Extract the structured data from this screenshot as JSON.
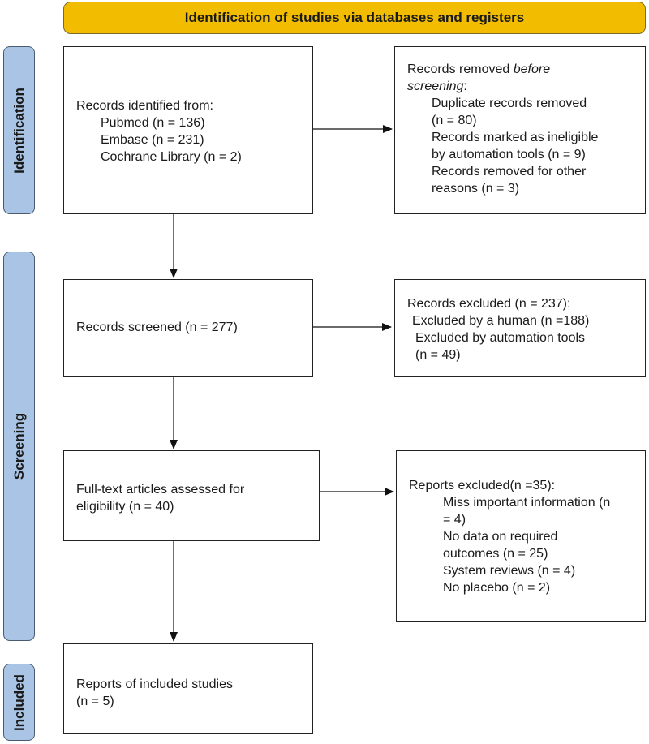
{
  "header": {
    "title": "Identification of studies via databases and registers"
  },
  "phases": {
    "identification": "Identification",
    "screening": "Screening",
    "included": "Included"
  },
  "identified": {
    "title": "Records identified from:",
    "sources": [
      "Pubmed (n = 136)",
      "Embase (n = 231)",
      "Cochrane Library (n = 2)"
    ]
  },
  "removed": {
    "title_plain": "Records removed ",
    "title_italic_1": "before",
    "title_italic_2": "screening",
    "title_colon": ":",
    "lines": [
      "Duplicate records removed",
      "(n = 80)",
      "Records marked as ineligible",
      "by automation tools (n = 9)",
      "Records removed for other",
      "reasons (n = 3)"
    ]
  },
  "screened": {
    "text": "Records screened (n = 277)"
  },
  "excluded": {
    "title": "Records excluded (n = 237):",
    "human": "Excluded by a human (n =188)",
    "automation": "Excluded by automation tools",
    "automation_n": "(n = 49)"
  },
  "fulltext": {
    "line1": "Full-text articles assessed for",
    "line2": "eligibility (n = 40)"
  },
  "reports_excluded": {
    "title": "Reports excluded(n =35):",
    "lines": [
      "Miss important information (n",
      "= 4)",
      "No data on required",
      "outcomes (n = 25)",
      "System reviews (n = 4)",
      "No placebo (n = 2)"
    ]
  },
  "included_box": {
    "line1": "Reports of included studies",
    "line2": "(n = 5)"
  },
  "colors": {
    "header_bg": "#f2bd00",
    "phase_bg": "#a9c4e4"
  }
}
